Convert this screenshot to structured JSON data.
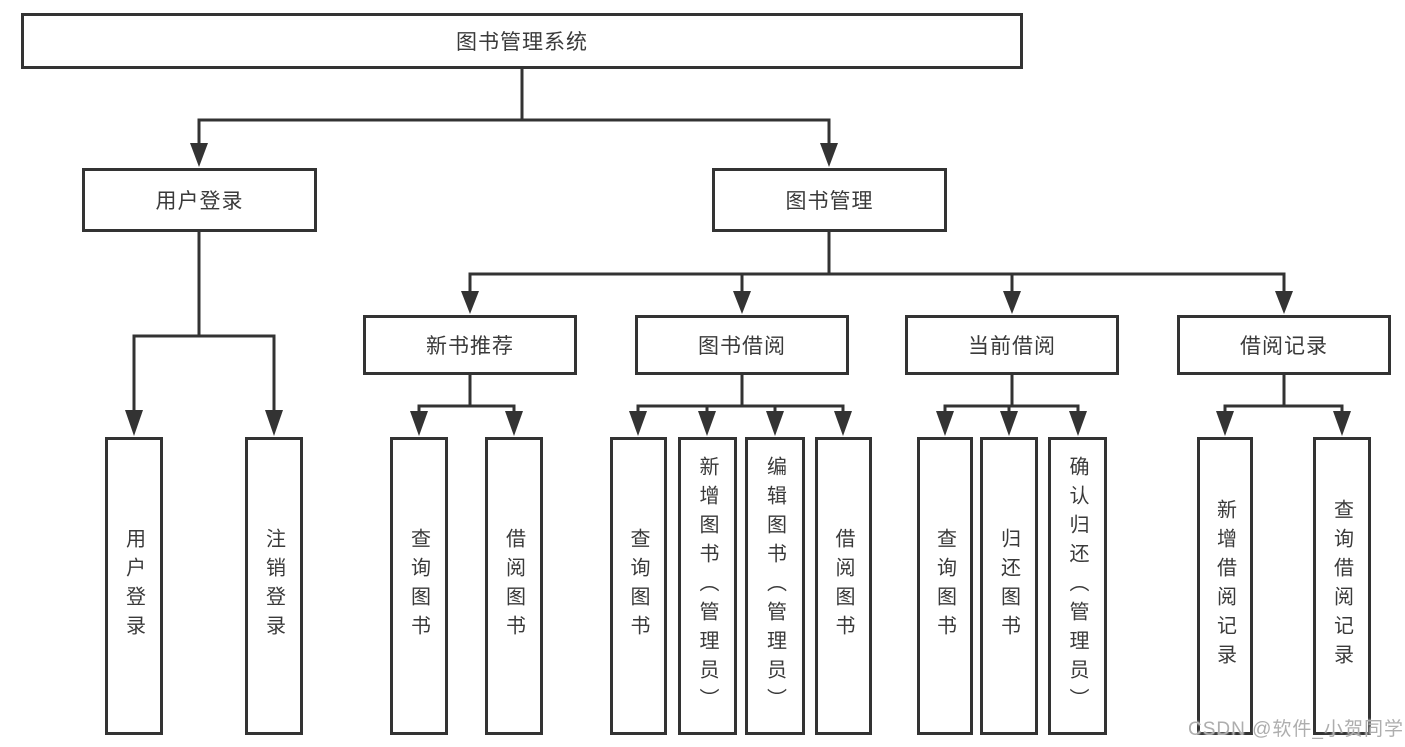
{
  "tree": {
    "label": "图书管理系统",
    "children": [
      {
        "label": "用户登录",
        "children": [
          {
            "label": "用户登录"
          },
          {
            "label": "注销登录"
          }
        ]
      },
      {
        "label": "图书管理",
        "children": [
          {
            "label": "新书推荐",
            "children": [
              {
                "label": "查询图书"
              },
              {
                "label": "借阅图书"
              }
            ]
          },
          {
            "label": "图书借阅",
            "children": [
              {
                "label": "查询图书"
              },
              {
                "label": "新增图书（管理员）"
              },
              {
                "label": "编辑图书（管理员）"
              },
              {
                "label": "借阅图书"
              }
            ]
          },
          {
            "label": "当前借阅",
            "children": [
              {
                "label": "查询图书"
              },
              {
                "label": "归还图书"
              },
              {
                "label": "确认归还（管理员）"
              }
            ]
          },
          {
            "label": "借阅记录",
            "children": [
              {
                "label": "新增借阅记录"
              },
              {
                "label": "查询借阅记录"
              }
            ]
          }
        ]
      }
    ]
  },
  "watermark": {
    "text": "CSDN @软件_小贺同学"
  },
  "colors": {
    "line": "#333333",
    "box_border": "#333333",
    "box_fill": "#ffffff",
    "text": "#3a3a3a",
    "watermark": "#aeaeae"
  }
}
